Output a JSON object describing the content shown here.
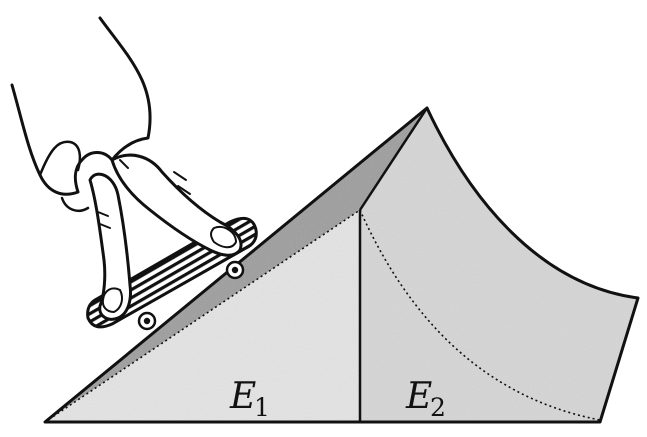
{
  "regions": [
    {
      "id": "E1",
      "letter": "E",
      "sub": "1"
    },
    {
      "id": "E2",
      "letter": "E",
      "sub": "2"
    }
  ],
  "colors": {
    "outline": "#111111",
    "slope_face": "#9e9e9e",
    "left_side_face": "#e4e4e4",
    "right_side_face": "#d6d6d6",
    "board_stripe": "#111111",
    "board_fill": "#ffffff",
    "hand_fill": "#ffffff"
  },
  "icons": {
    "hand": "hand-icon",
    "fingerboard": "fingerboard-icon"
  }
}
